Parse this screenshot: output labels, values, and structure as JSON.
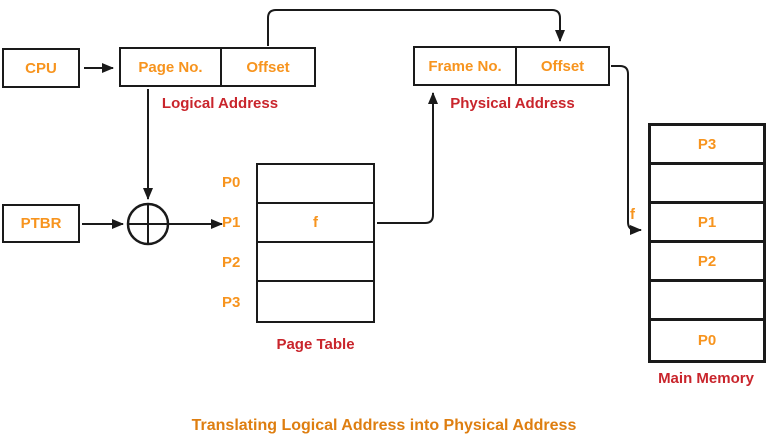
{
  "title": "Translating Logical Address into Physical Address",
  "cpu": {
    "label": "CPU"
  },
  "ptbr": {
    "label": "PTBR"
  },
  "logical_address": {
    "page_no": "Page No.",
    "offset": "Offset",
    "caption": "Logical Address"
  },
  "physical_address": {
    "frame_no": "Frame No.",
    "offset": "Offset",
    "caption": "Physical Address"
  },
  "page_table": {
    "caption": "Page Table",
    "rows": [
      {
        "label": "P0",
        "value": ""
      },
      {
        "label": "P1",
        "value": "f"
      },
      {
        "label": "P2",
        "value": ""
      },
      {
        "label": "P3",
        "value": ""
      }
    ]
  },
  "main_memory": {
    "caption": "Main Memory",
    "frame_pointer_label": "f",
    "cells": [
      "P3",
      "",
      "P1",
      "P2",
      "",
      "P0"
    ]
  },
  "colors": {
    "box_label_orange": "#F7941E",
    "caption_red": "#C9252C",
    "title_orange": "#DE7E10",
    "line_black": "#1A1A1A"
  }
}
